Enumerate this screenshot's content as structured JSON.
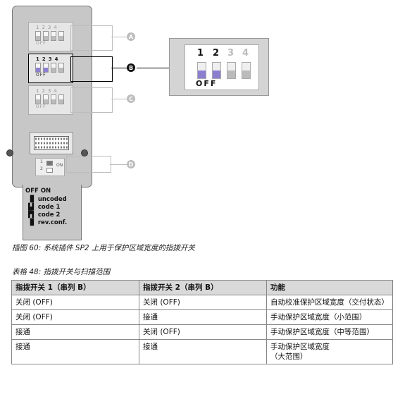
{
  "figure": {
    "callout_letters": [
      "A",
      "B",
      "C",
      "D"
    ],
    "slot_numbers": "1234",
    "slot_off": "OFF",
    "zoom": {
      "numbers": [
        "1",
        "2",
        "3",
        "4"
      ],
      "off_label": "OFF"
    },
    "d_switch": {
      "on": "ON",
      "n1": "1",
      "n2": "2"
    },
    "legend": {
      "off": "OFF",
      "on": "ON",
      "rows": [
        {
          "icon": "▐▌",
          "label": "uncoded"
        },
        {
          "icon": "▙▌",
          "label": "code 1"
        },
        {
          "icon": "▛▌",
          "label": "code 2"
        },
        {
          "icon": "▐▌",
          "label": "rev.conf."
        }
      ]
    },
    "accent_color": "#8c7fd0"
  },
  "figure_caption": "插图 60: 系统插件 SP2 上用于保护区域宽度的指拨开关",
  "table_caption": "表格 48: 指拨开关与扫描范围",
  "table": {
    "headers": [
      "指拨开关 1（串列 B）",
      "指拨开关 2（串列 B）",
      "功能"
    ],
    "rows": [
      [
        "关闭 (OFF)",
        "关闭 (OFF)",
        "自动校准保护区域宽度（交付状态）"
      ],
      [
        "关闭 (OFF)",
        "接通",
        "手动保护区域宽度（小范围）"
      ],
      [
        "接通",
        "关闭 (OFF)",
        "手动保护区域宽度（中等范围）"
      ],
      [
        "接通",
        "接通",
        "手动保护区域宽度\n（大范围）"
      ]
    ]
  }
}
